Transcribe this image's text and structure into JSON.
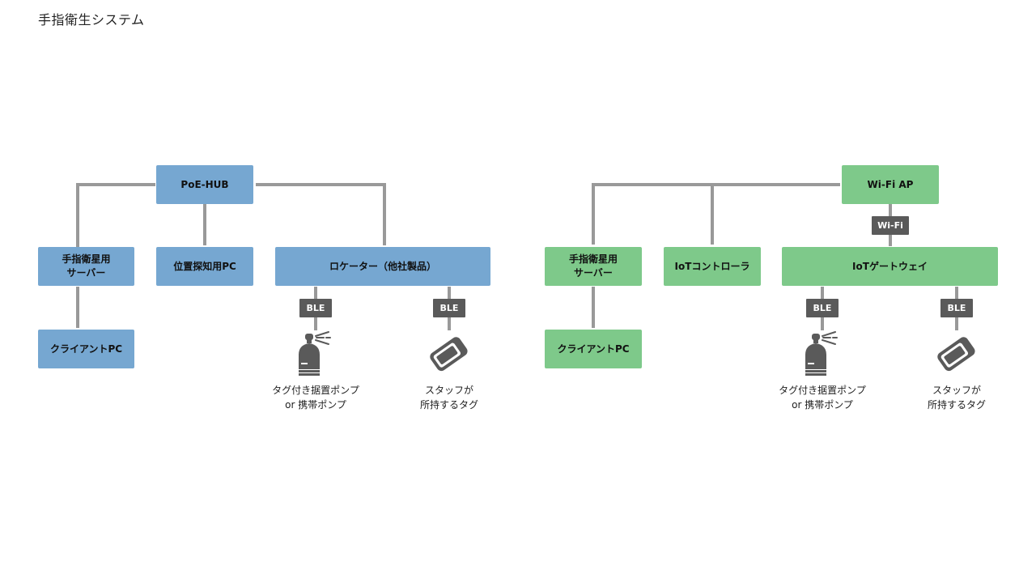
{
  "title": "手指衛生システム",
  "colors": {
    "left_box": "#76a7d1",
    "right_box": "#7ec98a",
    "wire": "#999999",
    "tag": "#5a5a5a"
  },
  "left": {
    "hub": "PoE-HUB",
    "server": "手指衛星用\nサーバー",
    "client": "クライアントPC",
    "position_pc": "位置探知用PC",
    "locator": "ロケーター（他社製品）",
    "ble1": "BLE",
    "ble2": "BLE",
    "pump_caption": "タグ付き据置ポンプ\nor 携帯ポンプ",
    "staff_caption": "スタッフが\n所持するタグ"
  },
  "right": {
    "ap": "Wi-Fi AP",
    "wifi": "Wi-Fi",
    "server": "手指衛星用\nサーバー",
    "client": "クライアントPC",
    "controller": "IoTコントローラ",
    "gateway": "IoTゲートウェイ",
    "ble1": "BLE",
    "ble2": "BLE",
    "pump_caption": "タグ付き据置ポンプ\nor 携帯ポンプ",
    "staff_caption": "スタッフが\n所持するタグ"
  }
}
